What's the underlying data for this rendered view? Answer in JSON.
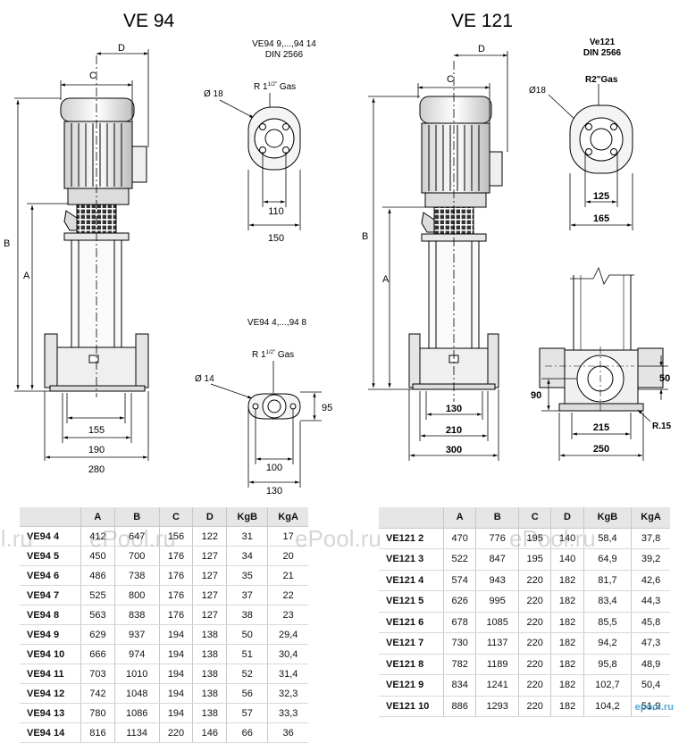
{
  "titles": {
    "left": "VE 94",
    "right": "VE 121"
  },
  "dim_letters": {
    "a": "A",
    "b": "B",
    "c": "C",
    "d": "D"
  },
  "left_dims": {
    "w1": "155",
    "w2": "190",
    "w3": "280"
  },
  "right_dims": {
    "w1": "130",
    "w2": "210",
    "w3": "300"
  },
  "flange_left_top": {
    "title1": "VE94 9,...,94 14",
    "title2": "DIN 2566",
    "hole": "Ø 18",
    "thread_pre": "R 1",
    "thread_sup": "1/2\"",
    "thread_post": " Gas",
    "inner": "110",
    "outer": "150"
  },
  "flange_left_bottom": {
    "title": "VE94 4,...,94 8",
    "hole": "Ø 14",
    "thread_pre": "R 1",
    "thread_sup": "1/2\"",
    "thread_post": " Gas",
    "height": "95",
    "inner": "100",
    "outer": "130"
  },
  "flange_right": {
    "title1": "Ve121",
    "title2": "DIN 2566",
    "hole": "Ø18",
    "thread": "R2\"Gas",
    "inner": "125",
    "outer": "165"
  },
  "base_right": {
    "d50": "50",
    "d90": "90",
    "d215": "215",
    "d250": "250",
    "radius": "R.15"
  },
  "table_left": {
    "headers": [
      "",
      "A",
      "B",
      "C",
      "D",
      "KgB",
      "KgA"
    ],
    "rows": [
      [
        "VE94 4",
        "412",
        "647",
        "156",
        "122",
        "31",
        "17"
      ],
      [
        "VE94 5",
        "450",
        "700",
        "176",
        "127",
        "34",
        "20"
      ],
      [
        "VE94 6",
        "486",
        "738",
        "176",
        "127",
        "35",
        "21"
      ],
      [
        "VE94 7",
        "525",
        "800",
        "176",
        "127",
        "37",
        "22"
      ],
      [
        "VE94 8",
        "563",
        "838",
        "176",
        "127",
        "38",
        "23"
      ],
      [
        "VE94 9",
        "629",
        "937",
        "194",
        "138",
        "50",
        "29,4"
      ],
      [
        "VE94 10",
        "666",
        "974",
        "194",
        "138",
        "51",
        "30,4"
      ],
      [
        "VE94 11",
        "703",
        "1010",
        "194",
        "138",
        "52",
        "31,4"
      ],
      [
        "VE94 12",
        "742",
        "1048",
        "194",
        "138",
        "56",
        "32,3"
      ],
      [
        "VE94 13",
        "780",
        "1086",
        "194",
        "138",
        "57",
        "33,3"
      ],
      [
        "VE94 14",
        "816",
        "1134",
        "220",
        "146",
        "66",
        "36"
      ]
    ]
  },
  "table_right": {
    "headers": [
      "",
      "A",
      "B",
      "C",
      "D",
      "KgB",
      "KgA"
    ],
    "rows": [
      [
        "VE121 2",
        "470",
        "776",
        "195",
        "140",
        "58,4",
        "37,8"
      ],
      [
        "VE121 3",
        "522",
        "847",
        "195",
        "140",
        "64,9",
        "39,2"
      ],
      [
        "VE121 4",
        "574",
        "943",
        "220",
        "182",
        "81,7",
        "42,6"
      ],
      [
        "VE121 5",
        "626",
        "995",
        "220",
        "182",
        "83,4",
        "44,3"
      ],
      [
        "VE121 6",
        "678",
        "1085",
        "220",
        "182",
        "85,5",
        "45,8"
      ],
      [
        "VE121 7",
        "730",
        "1137",
        "220",
        "182",
        "94,2",
        "47,3"
      ],
      [
        "VE121 8",
        "782",
        "1189",
        "220",
        "182",
        "95,8",
        "48,9"
      ],
      [
        "VE121 9",
        "834",
        "1241",
        "220",
        "182",
        "102,7",
        "50,4"
      ],
      [
        "VE121 10",
        "886",
        "1293",
        "220",
        "182",
        "104,2",
        "51,9"
      ]
    ]
  },
  "watermark": "ePool.ru",
  "corner_logo": "epool.ru"
}
